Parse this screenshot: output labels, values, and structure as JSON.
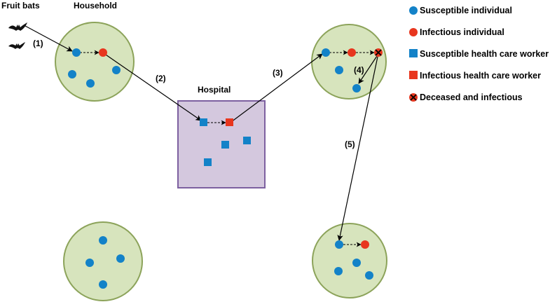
{
  "labels": {
    "fruit_bats": "Fruit bats",
    "household": "Household",
    "hospital": "Hospital"
  },
  "steps": [
    "(1)",
    "(2)",
    "(3)",
    "(4)",
    "(5)"
  ],
  "legend": [
    {
      "shape": "circle",
      "color": "#1382c8",
      "label": "Susceptible individual"
    },
    {
      "shape": "circle",
      "color": "#e8361e",
      "label": "Infectious individual"
    },
    {
      "shape": "square",
      "color": "#1382c8",
      "label": "Susceptible health care worker"
    },
    {
      "shape": "square",
      "color": "#e8361e",
      "label": "Infectious health care worker"
    },
    {
      "shape": "circle-x",
      "color": "#e8361e",
      "label": "Deceased and infectious"
    }
  ],
  "colors": {
    "susceptible": "#1382c8",
    "infectious": "#e8361e",
    "household_fill": "#d7e4bd",
    "household_stroke": "#8ca35a",
    "hospital_fill": "#d4c8de",
    "hospital_stroke": "#7d60a0"
  }
}
